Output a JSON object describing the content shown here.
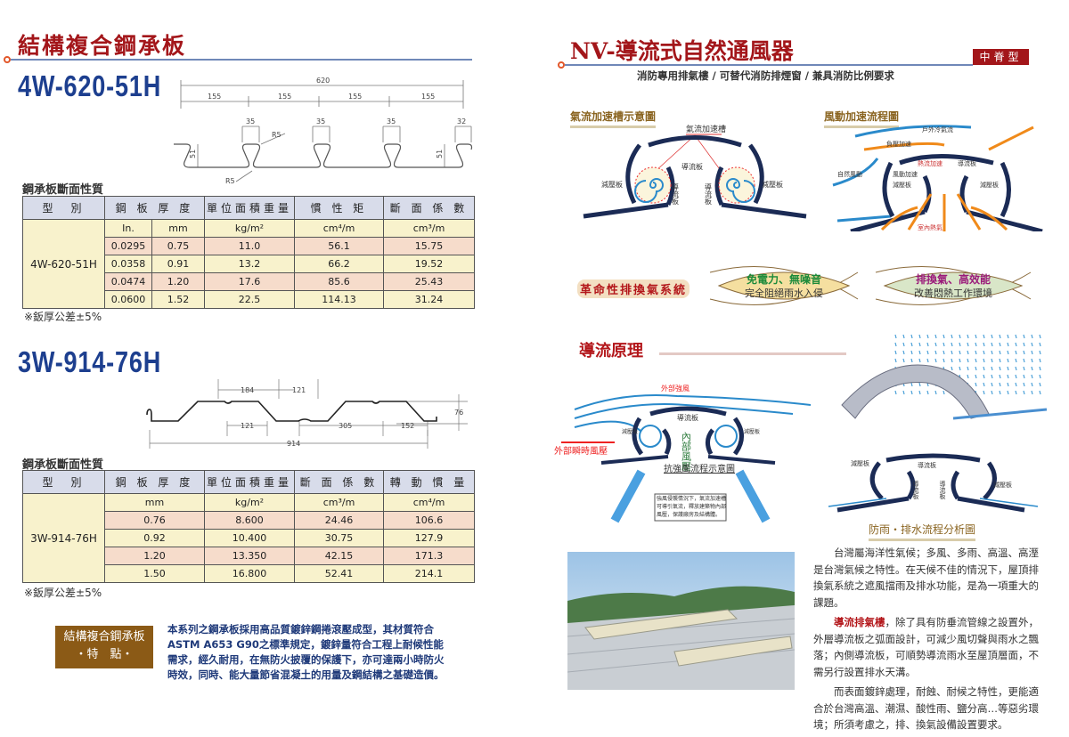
{
  "left": {
    "title": "結構複合鋼承板",
    "model1": {
      "name": "4W-620-51H",
      "dims": {
        "total": "620",
        "pitch": [
          "155",
          "155",
          "155",
          "155"
        ],
        "rib": [
          "35",
          "35",
          "35",
          "32"
        ],
        "height": "51",
        "radius": "R5"
      },
      "section_title": "鋼承板斷面性質",
      "headers": [
        "型　別",
        "鋼 板 厚 度",
        "單位面積重量",
        "慣 性 矩",
        "斷 面 係 數"
      ],
      "units": [
        "In.",
        "mm",
        "kg/m²",
        "cm⁴/m",
        "cm³/m"
      ],
      "rows": [
        [
          "0.0295",
          "0.75",
          "11.0",
          "56.1",
          "15.75"
        ],
        [
          "0.0358",
          "0.91",
          "13.2",
          "66.2",
          "19.52"
        ],
        [
          "0.0474",
          "1.20",
          "17.6",
          "85.6",
          "25.43"
        ],
        [
          "0.0600",
          "1.52",
          "22.5",
          "114.13",
          "31.24"
        ]
      ],
      "note": "※鈑厚公差±5%"
    },
    "model2": {
      "name": "3W-914-76H",
      "dims": {
        "top": "184",
        "rib": "121",
        "bottom": "121",
        "span": "305",
        "edge": "152",
        "total": "914",
        "height": "76"
      },
      "section_title": "鋼承板斷面性質",
      "headers": [
        "型　別",
        "鋼 板 厚 度",
        "單位面積重量",
        "斷 面 係 數",
        "轉 動 慣 量"
      ],
      "units": [
        "mm",
        "kg/m²",
        "cm³/m",
        "cm⁴/m"
      ],
      "rows": [
        [
          "0.76",
          "8.600",
          "24.46",
          "106.6"
        ],
        [
          "0.92",
          "10.400",
          "30.75",
          "127.9"
        ],
        [
          "1.20",
          "13.350",
          "42.15",
          "171.3"
        ],
        [
          "1.50",
          "16.800",
          "52.41",
          "214.1"
        ]
      ],
      "note": "※鈑厚公差±5%"
    },
    "feature": {
      "box_line1": "結構複合鋼承板",
      "box_line2": "・特　點・",
      "text": "本系列之鋼承板採用高品質鍍鋅鋼捲滾壓成型，其材質符合ASTM A653 G90之標準規定，鍍鋅量符合工程上耐候性能需求，經久耐用，在無防火披覆的保護下，亦可達兩小時防火時效，同時、能大量節省混凝土的用量及鋼結構之基礎造價。"
    }
  },
  "right": {
    "title": "NV-導流式自然通風器",
    "badge": "中脊型",
    "subtitle": "消防專用排氣樓 / 可替代消防排煙窗 / 兼具消防比例要求",
    "diagram1": {
      "caption": "氣流加速槽示意圖",
      "label_slot": "氣流加速槽",
      "label_guide": "導流板",
      "label_guide_v": "導流板",
      "label_damper": "減壓板"
    },
    "diagram2": {
      "caption": "風動加速流程圖",
      "outdoor": "戶外冷氣流",
      "negative": "負壓加速",
      "natural": "自然風動",
      "wind_acc": "風動加速",
      "heat_acc": "熱流加速",
      "guide": "導流板",
      "damper": "減壓板",
      "indoor": "室內熱氣"
    },
    "slogan": {
      "main": "革命性排換氣系統",
      "leaf1_title": "免電力、無噪音",
      "leaf1_sub": "完全阻絕雨水入侵",
      "leaf2_title": "排換氣、高效能",
      "leaf2_sub": "改善悶熱工作環境"
    },
    "principle": {
      "title": "導流原理",
      "strong_wind": "外部強風",
      "gust": "外部瞬時風壓",
      "inner": "內部風壓",
      "guide": "導流板",
      "damper": "減壓板",
      "caption": "抗強風流程示意圖",
      "box": "強風侵襲情況下，氣流加速槽可導引氣流，釋放建築物內部風壓，保護廠房及結構體。"
    },
    "rain": {
      "caption": "防雨・排水流程分析圖",
      "guide": "導流板",
      "damper": "減壓板"
    },
    "paragraphs": {
      "p1": "台灣屬海洋性氣候；多風、多雨、高溫、高溼是台灣氣候之特性。在天候不佳的情況下，屋頂排換氣系統之遮風擋雨及排水功能，是為一項重大的課題。",
      "p2_hl": "導流排氣樓",
      "p2": "，除了具有防垂流管線之設置外，外層導流板之弧面設計，可減少風切聲與雨水之飄落；內側導流板，可順勢導流雨水至屋頂層面，不需另行設置排水天溝。",
      "p3": "而表面鍍鋅處理，耐蝕、耐候之特性，更能適合於台灣高溫、潮濕、酸性雨、鹽分高…等惡劣環境；所須考慮之，排、換氣設備設置要求。"
    },
    "colors": {
      "brand_red": "#a3161a",
      "model_blue": "#1d3f8f",
      "feature_brown": "#8b5a16"
    }
  }
}
